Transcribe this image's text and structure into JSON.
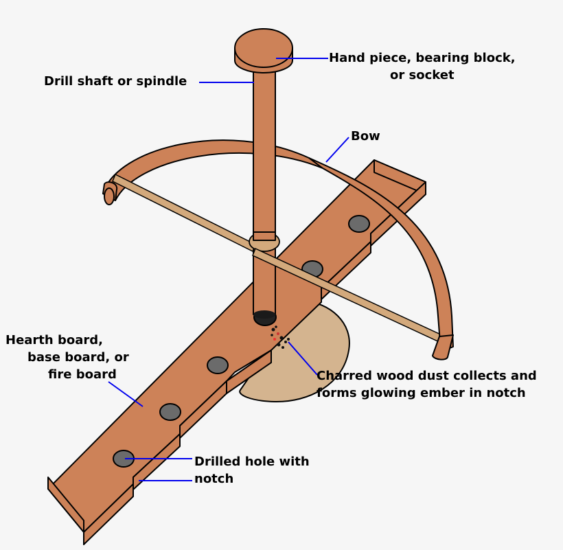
{
  "labels": {
    "hand_piece": [
      "Hand piece, bearing block,",
      "or socket"
    ],
    "drill_shaft": [
      "Drill shaft or spindle"
    ],
    "bow": [
      "Bow"
    ],
    "hearth": [
      "Hearth board,",
      "base board, or",
      "fire board"
    ],
    "charred": [
      "Charred wood dust collects and",
      "forms glowing ember in notch"
    ],
    "drilled_hole": [
      "Drilled hole with",
      "notch"
    ]
  },
  "colors": {
    "wood": "#cd8258",
    "string": "#d3a97c",
    "ember_tray": "#d4b48f",
    "hole": "#6b6b6b",
    "pointer": "#0000ee",
    "background": "#f6f6f6"
  }
}
